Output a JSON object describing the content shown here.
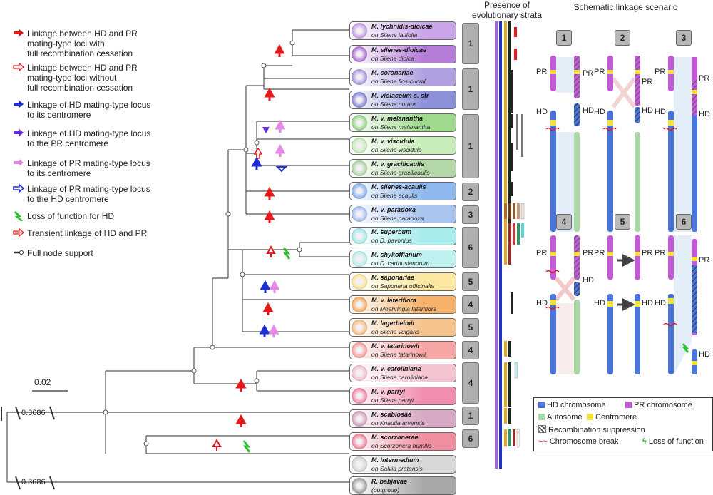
{
  "legend": [
    {
      "icon": "red-arrow-icon",
      "text": "Linkage between HD and PR\nmating-type loci with\nfull recombination cessation"
    },
    {
      "icon": "hollow-red-arrow-icon",
      "text": "Linkage between HD and PR\nmating-type loci without\nfull recombination cessation"
    },
    {
      "icon": "blue-arrow-icon",
      "text": "Linkage of HD mating-type locus\nto its centromere"
    },
    {
      "icon": "purple-arrow-icon",
      "text": "Linkage of HD mating-type locus\nto the PR centromere"
    },
    {
      "icon": "pink-arrow-icon",
      "text": "Linkage of PR mating-type locus\nto its centromere"
    },
    {
      "icon": "hollow-blue-arrow-icon",
      "text": "Linkage of PR mating-type locus\nto the HD centromere"
    },
    {
      "icon": "lightning-icon",
      "text": "Loss of function for HD"
    },
    {
      "icon": "striped-red-arrow-icon",
      "text": "Transient linkage of HD and PR"
    },
    {
      "icon": "node-support-icon",
      "text": "Full node support"
    }
  ],
  "scale": {
    "label": "0.02",
    "break1": "0.3686",
    "break2": "0.3686"
  },
  "headers": {
    "strata": "Presence of\nevolutionary strata",
    "scenario": "Schematic linkage scenario"
  },
  "colors": {
    "hd": "#4a74d8",
    "pr": "#c25ad8",
    "auto": "#a9d8a4",
    "cen": "#f2e23b",
    "red": "#e51919",
    "blue": "#1f2fd6",
    "pink": "#e58ae8"
  },
  "taxa": [
    {
      "name": "M. lychnidis-dioicae",
      "host": "on Silene latifolia",
      "color": "#c9a5e8"
    },
    {
      "name": "M. silenes-dioicae",
      "host": "on Silene dioica",
      "color": "#b57cd8"
    },
    {
      "name": "M. coronariae",
      "host": "on Silene flos-cuculi",
      "color": "#b0a0e0"
    },
    {
      "name": "M. violaceum s. str",
      "host": "on Silene nutans",
      "color": "#8b90d8"
    },
    {
      "name": "M. v. melanantha",
      "host": "on Silene melanantha",
      "color": "#9ed98e"
    },
    {
      "name": "M. v. viscidula",
      "host": "on Silene viscidula",
      "color": "#c7ecb9"
    },
    {
      "name": "M. v. gracilicaulis",
      "host": "on Silene gracilicaulis",
      "color": "#b4d8a8"
    },
    {
      "name": "M. silenes-acaulis",
      "host": "on Silene acaulis",
      "color": "#8fb8ef"
    },
    {
      "name": "M. v. paradoxa",
      "host": "on Silene paradoxa",
      "color": "#a9c4ef"
    },
    {
      "name": "M. superbum",
      "host": "on D. pavonius",
      "color": "#a8ecec"
    },
    {
      "name": "M. shykoffianum",
      "host": "on D. carthusianorum",
      "color": "#bdf0ef"
    },
    {
      "name": "M. saponariae",
      "host": "on Saponaria officinalis",
      "color": "#fbe7a0"
    },
    {
      "name": "M. v. lateriflora",
      "host": "on Moehringia lateriflora",
      "color": "#f6b16a"
    },
    {
      "name": "M. lagerheimii",
      "host": "on Silene vulgaris",
      "color": "#f6c38d"
    },
    {
      "name": "M. v. tatarinowii",
      "host": "on Silene tatarinowii",
      "color": "#f7a6a6"
    },
    {
      "name": "M. v. caroliniana",
      "host": "on Silene caroliniana",
      "color": "#f3c3cf"
    },
    {
      "name": "M. v. parryi",
      "host": "on Silene parryi",
      "color": "#f18db0"
    },
    {
      "name": "M. scabiosae",
      "host": "on Knautia arvensis",
      "color": "#d7a8c3"
    },
    {
      "name": "M. scorzonerae",
      "host": "on Scorzonera humilis",
      "color": "#ef8fa0"
    },
    {
      "name": "M. intermedium",
      "host": "on Salvia pratensis",
      "color": "#d8d8d8"
    },
    {
      "name": "R. babjavae",
      "host": "(outgroup)",
      "color": "#a8a8a8"
    }
  ],
  "scenarios": [
    {
      "num": "1",
      "labels": [
        "PR",
        "PR",
        "HD",
        "HD"
      ]
    },
    {
      "num": "2",
      "labels": [
        "PR",
        "PR",
        "HD",
        "HD"
      ]
    },
    {
      "num": "3",
      "labels": [
        "PR",
        "PR",
        "HD",
        "HD"
      ]
    },
    {
      "num": "4",
      "labels": [
        "PR",
        "PR",
        "HD",
        "HD"
      ]
    },
    {
      "num": "5",
      "labels": [
        "PR",
        "PR",
        "HD",
        "HD"
      ]
    },
    {
      "num": "6",
      "labels": [
        "PR",
        "PR",
        "HD",
        "HD"
      ]
    }
  ],
  "key": {
    "hd": "HD chromosome",
    "pr": "PR chromosome",
    "auto": "Autosome",
    "cen": "Centromere",
    "rec": "Recombination suppression",
    "brk": "Chromosome break",
    "lof": "Loss of function"
  },
  "scenario_boxes": [
    "1",
    "1",
    "1",
    "2",
    "3",
    "6",
    "5",
    "4",
    "5",
    "4",
    "4",
    "1",
    "6"
  ]
}
